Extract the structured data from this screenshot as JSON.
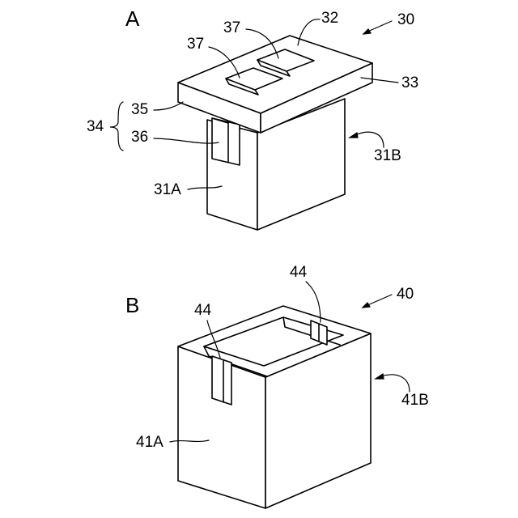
{
  "figure_a": {
    "panel_letter": "A",
    "labels": {
      "n30": "30",
      "n32": "32",
      "n33": "33",
      "n34": "34",
      "n35": "35",
      "n36": "36",
      "n37_left": "37",
      "n37_top": "37",
      "n31a": "31A",
      "n31b": "31B"
    }
  },
  "figure_b": {
    "panel_letter": "B",
    "labels": {
      "n40": "40",
      "n44_left": "44",
      "n44_right": "44",
      "n41a": "41A",
      "n41b": "41B"
    }
  }
}
